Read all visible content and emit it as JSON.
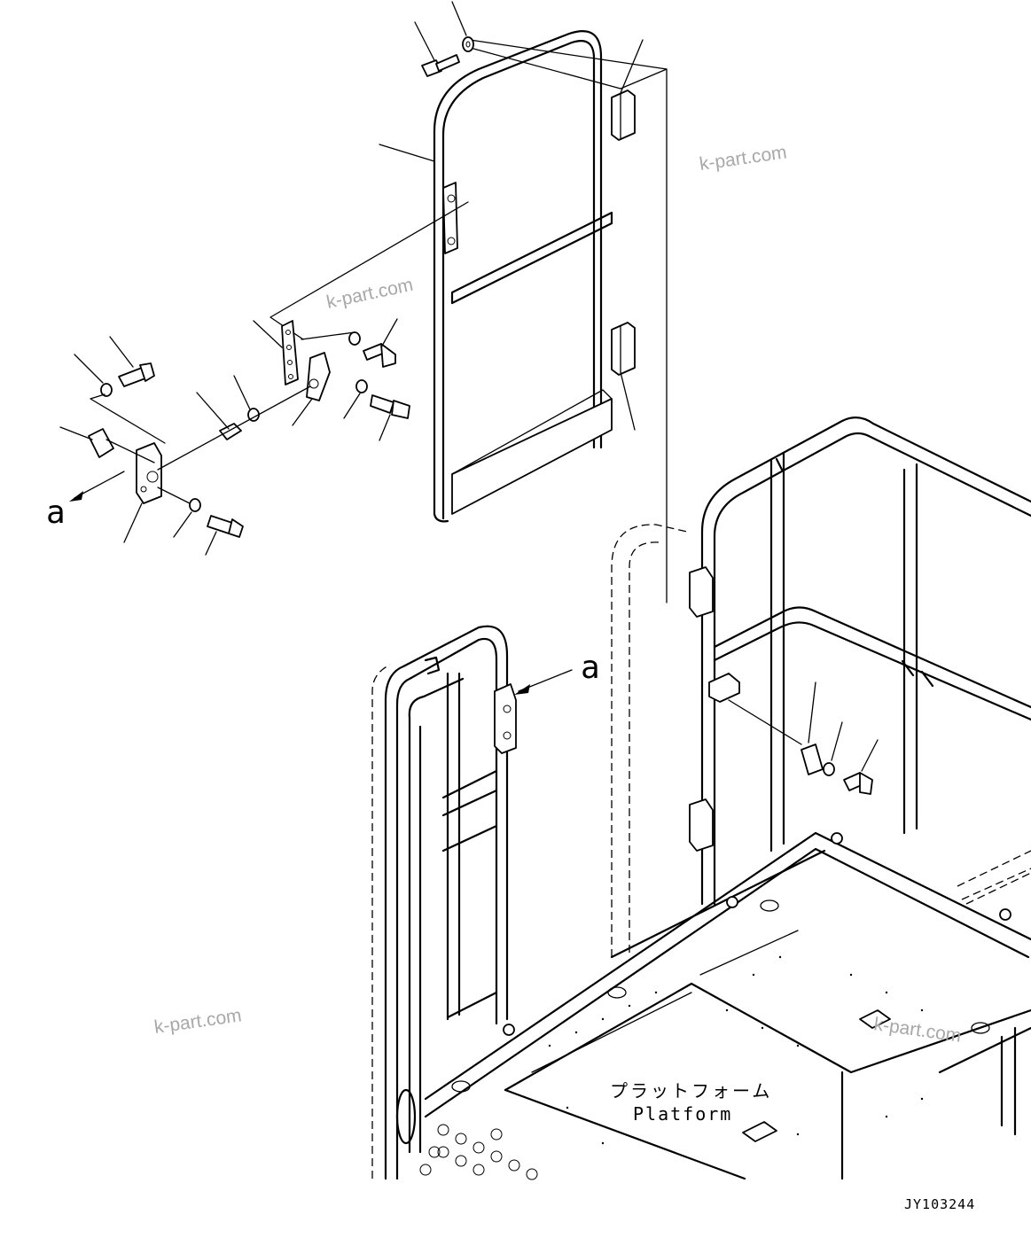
{
  "callouts": {
    "detail_a_left": "a",
    "detail_a_right": "a"
  },
  "platform": {
    "label_jp": "プラットフォーム",
    "label_en": "Platform"
  },
  "watermarks": [
    "k-part.com",
    "k-part.com",
    "k-part.com",
    "k-part.com"
  ],
  "drawing_code": "JY103244"
}
